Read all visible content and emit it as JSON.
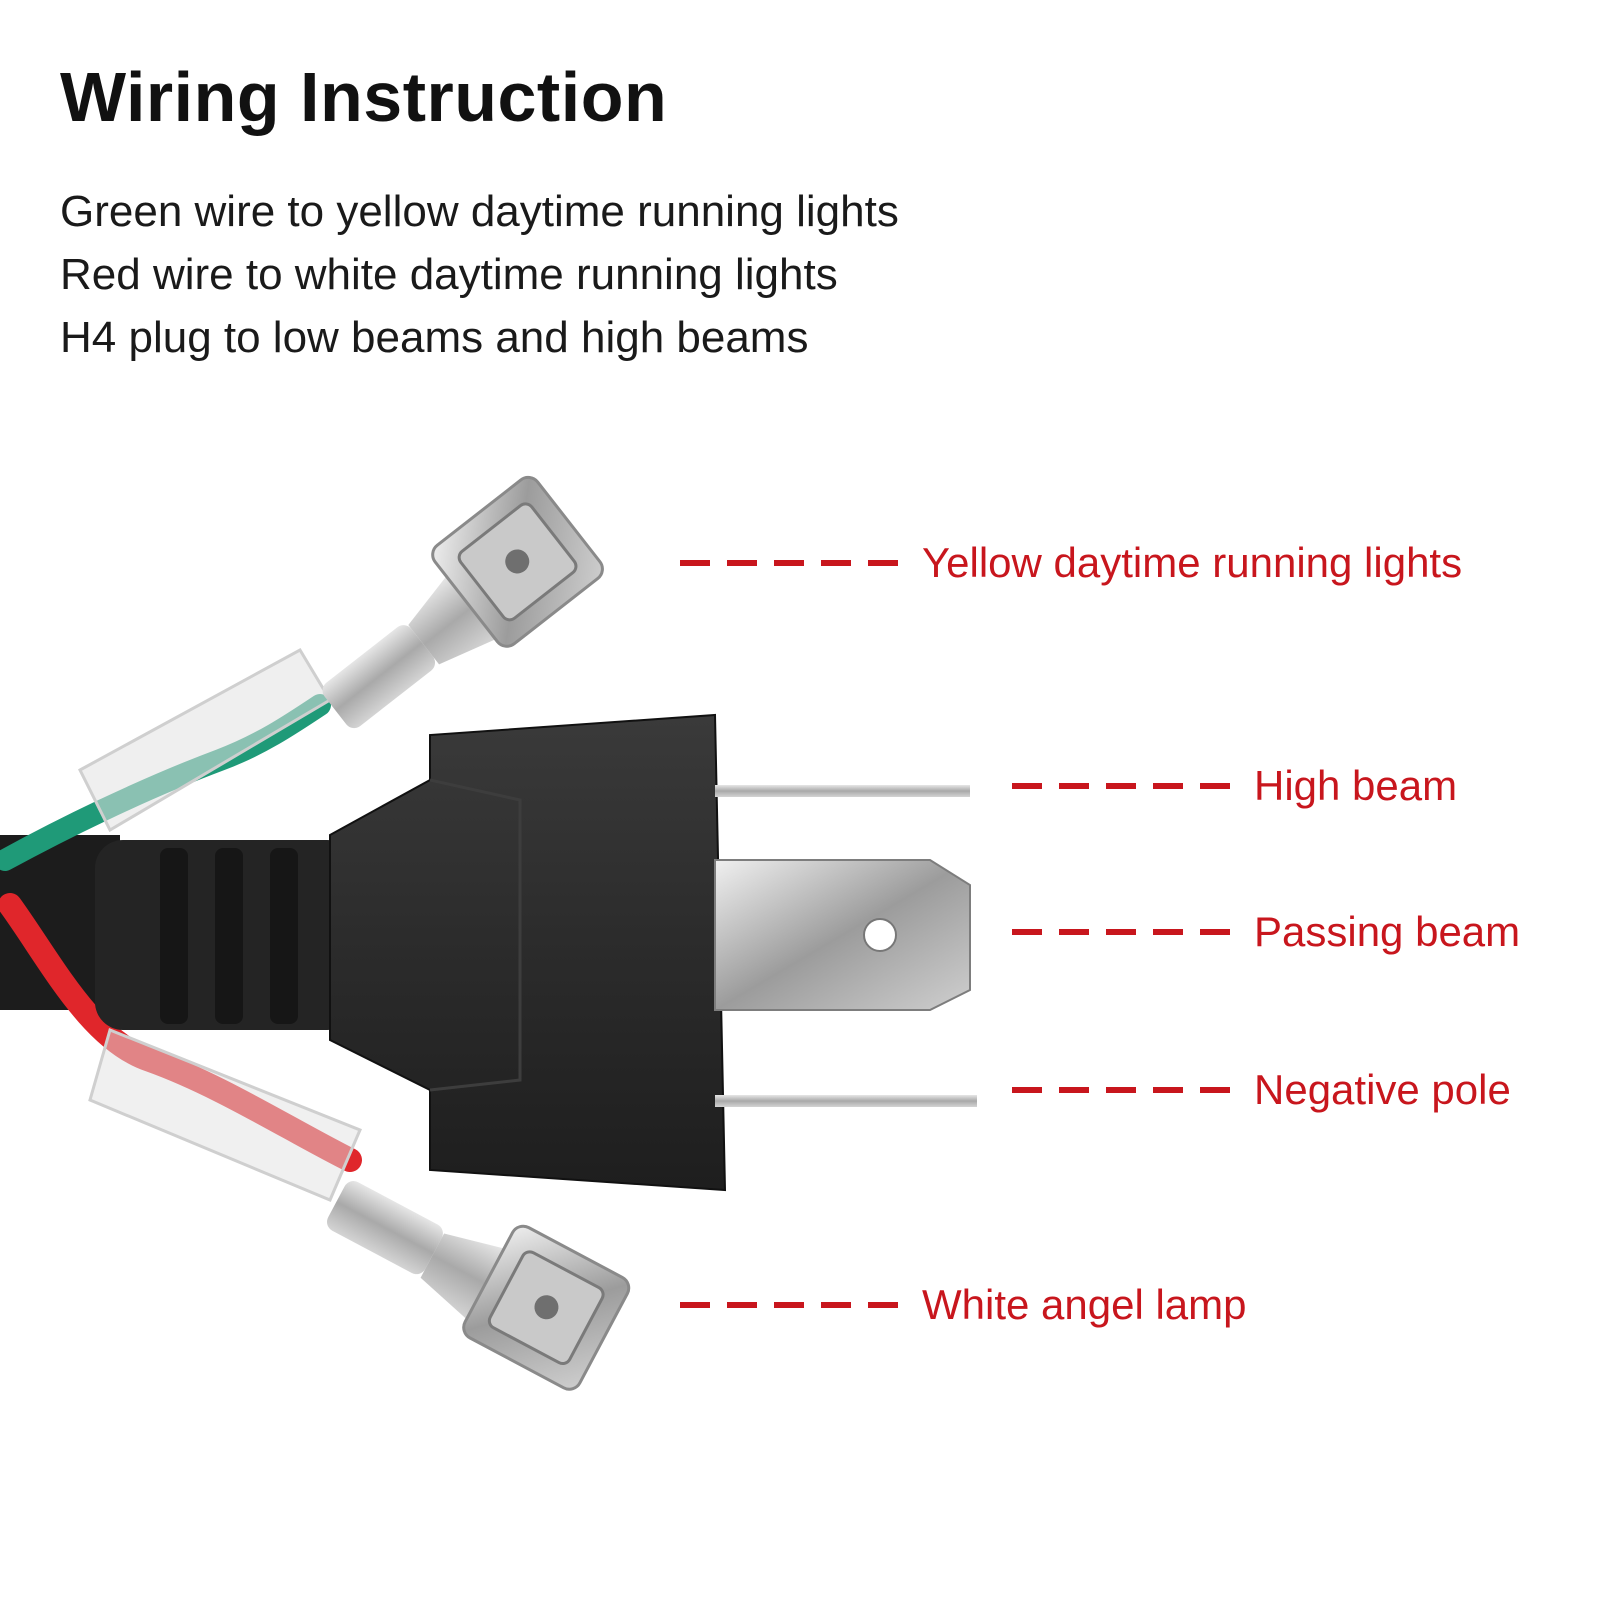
{
  "title": "Wiring Instruction",
  "instructions": [
    "Green wire to yellow daytime running lights",
    "Red wire to white daytime running lights",
    "H4 plug to low beams and high beams"
  ],
  "callouts": {
    "yellow_drl": "Yellow daytime running lights",
    "high_beam": "High beam",
    "passing_beam": "Passing beam",
    "negative_pole": "Negative pole",
    "white_angel": "White angel lamp"
  },
  "colors": {
    "callout": "#c8161d",
    "plug_body": "#2a2a2a",
    "green_wire": "#1f9a78",
    "red_wire": "#e0262b",
    "terminal": "#bdbdbd"
  }
}
